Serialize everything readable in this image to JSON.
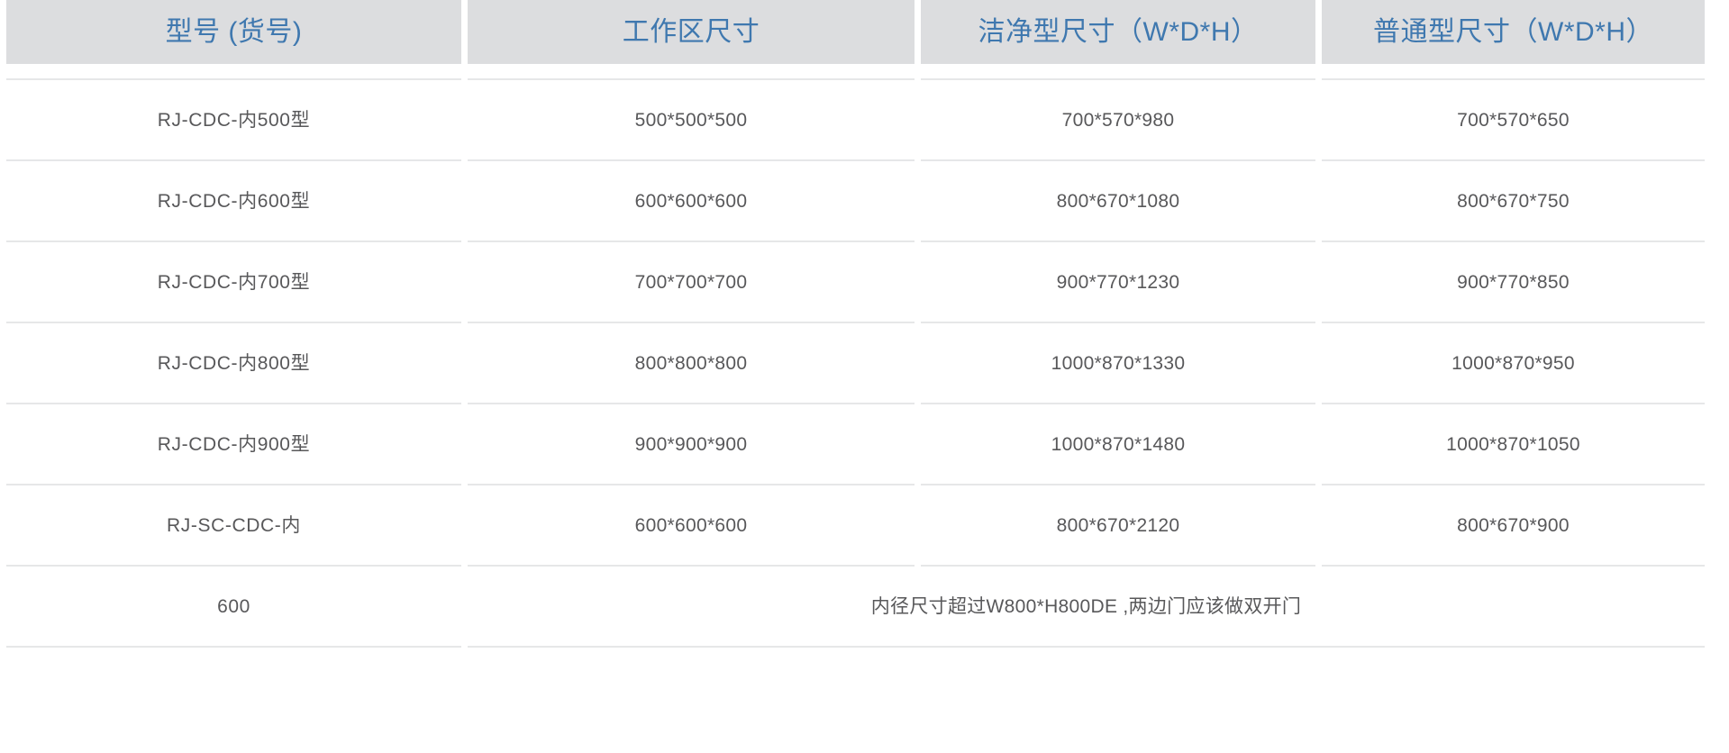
{
  "table": {
    "name": "product-specification-table",
    "columns": [
      {
        "key": "model",
        "label": "型号 (货号)"
      },
      {
        "key": "work",
        "label": "工作区尺寸"
      },
      {
        "key": "clean",
        "label": "洁净型尺寸（W*D*H）"
      },
      {
        "key": "normal",
        "label": "普通型尺寸（W*D*H）"
      }
    ],
    "rows": [
      {
        "model": "RJ-CDC-内500型",
        "work": "500*500*500",
        "clean": "700*570*980",
        "normal": "700*570*650"
      },
      {
        "model": "RJ-CDC-内600型",
        "work": "600*600*600",
        "clean": "800*670*1080",
        "normal": "800*670*750"
      },
      {
        "model": "RJ-CDC-内700型",
        "work": "700*700*700",
        "clean": "900*770*1230",
        "normal": "900*770*850"
      },
      {
        "model": "RJ-CDC-内800型",
        "work": "800*800*800",
        "clean": "1000*870*1330",
        "normal": "1000*870*950"
      },
      {
        "model": "RJ-CDC-内900型",
        "work": "900*900*900",
        "clean": "1000*870*1480",
        "normal": "1000*870*1050"
      },
      {
        "model": "RJ-SC-CDC-内",
        "work": "600*600*600",
        "clean": "800*670*2120",
        "normal": "800*670*900"
      }
    ],
    "footer": {
      "model": "600",
      "note": "内径尺寸超过W800*H800DE ,两边门应该做双开门"
    }
  },
  "colors": {
    "header_background": "#dcdddf",
    "header_text": "#3f78af",
    "body_text": "#58585a",
    "row_divider": "#e6e7e8",
    "page_background": "#ffffff"
  }
}
